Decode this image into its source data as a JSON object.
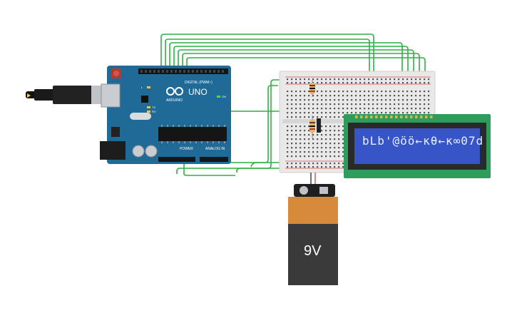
{
  "board": {
    "brand": "ARDUINO",
    "model": "UNO",
    "digital_label": "DIGITAL (PWM~)",
    "power_label": "POWER",
    "analog_label": "ANALOG IN",
    "on_label": "ON",
    "tx_label": "TX",
    "rx_label": "RX",
    "l_label": "L"
  },
  "lcd": {
    "display_text": "bLb'@öö←κθ←κ∞07d"
  },
  "battery": {
    "label": "9V"
  },
  "colors": {
    "wire": "#2fb043",
    "arduino": "#1f6a96",
    "lcd_pcb": "#2e9c5a",
    "lcd_screen": "#3855c8",
    "battery_top": "#d88a3b",
    "battery_body": "#3a3a3a"
  }
}
